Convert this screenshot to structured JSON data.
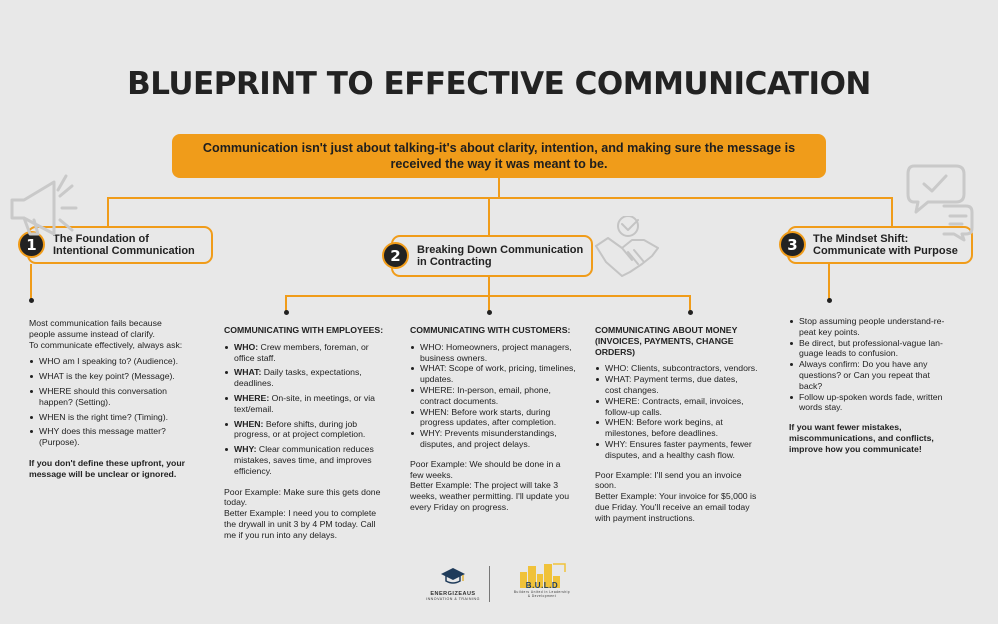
{
  "title": "BLUEPRINT TO EFFECTIVE COMMUNICATION",
  "banner": {
    "line1": "Communication isn't just about talking-it's about clarity, intention, and making sure the message is",
    "line2": "received the way it was meant to be."
  },
  "steps": [
    {
      "num": "1",
      "line1": "The Foundation of",
      "line2": "Intentional Communication"
    },
    {
      "num": "2",
      "line1": "Breaking Down Communication",
      "line2": "in Contracting"
    },
    {
      "num": "3",
      "line1": "The Mindset Shift:",
      "line2": "Communicate with Purpose"
    }
  ],
  "foundation": {
    "intro": [
      "Most communication fails because",
      "people assume instead of clarify.",
      "To communicate effectively, always ask:"
    ],
    "items": [
      [
        "WHO am I speaking to? (Audience)."
      ],
      [
        "WHAT is the key point? (Message)."
      ],
      [
        "WHERE should this conversation",
        "happen? (Setting)."
      ],
      [
        "WHEN is the right time? (Timing)."
      ],
      [
        "WHY does this message matter?",
        "(Purpose)."
      ]
    ],
    "closing": [
      "If you don't define these upfront, your",
      "message will be unclear or ignored."
    ]
  },
  "employees": {
    "heading": "COMMUNICATING WITH EMPLOYEES:",
    "items": [
      {
        "key": "WHO:",
        "text": [
          " Crew members, foreman, or",
          "office staff."
        ]
      },
      {
        "key": "WHAT:",
        "text": [
          " Daily tasks, expectations,",
          "deadlines."
        ]
      },
      {
        "key": "WHERE:",
        "text": [
          " On-site, in meetings, or via",
          "text/email."
        ]
      },
      {
        "key": "WHEN:",
        "text": [
          " Before shifts, during job",
          "progress, or at project completion."
        ]
      },
      {
        "key": "WHY:",
        "text": [
          " Clear communication reduces",
          "mistakes, saves time, and improves",
          "efficiency."
        ]
      }
    ],
    "examples": [
      "Poor Example: Make sure this gets done",
      "today.",
      "Better Example: I need you to complete",
      "the drywall in unit 3 by 4 PM today. Call",
      "me if you run into any delays."
    ]
  },
  "customers": {
    "heading": "COMMUNICATING WITH CUSTOMERS:",
    "items": [
      [
        "WHO: Homeowners, project managers,",
        "business owners."
      ],
      [
        "WHAT: Scope of work, pricing, timelines,",
        "updates."
      ],
      [
        "WHERE: In-person, email, phone,",
        "contract documents."
      ],
      [
        "WHEN: Before work starts, during",
        "progress updates, after completion."
      ],
      [
        "WHY: Prevents misunderstandings,",
        "disputes, and project delays."
      ]
    ],
    "examples": [
      "Poor Example: We should be done in a",
      "few weeks.",
      "Better Example: The project will take 3",
      "weeks, weather permitting. I'll update you",
      "every Friday on progress."
    ]
  },
  "money": {
    "heading": [
      "COMMUNICATING ABOUT MONEY",
      "(INVOICES, PAYMENTS, CHANGE",
      "ORDERS)"
    ],
    "items": [
      [
        "WHO: Clients, subcontractors, vendors."
      ],
      [
        "WHAT: Payment terms, due dates,",
        "cost changes."
      ],
      [
        "WHERE: Contracts, email, invoices,",
        "follow-up calls."
      ],
      [
        "WHEN: Before work begins, at",
        "milestones, before deadlines."
      ],
      [
        "WHY: Ensures faster payments, fewer",
        "disputes, and a healthy cash flow."
      ]
    ],
    "examples": [
      "Poor Example: I'll send you an invoice",
      "soon.",
      "Better Example: Your invoice for $5,000 is",
      "due Friday. You'll receive an email today",
      "with payment instructions."
    ]
  },
  "mindset": {
    "items": [
      [
        "Stop assuming people understand-re-",
        "peat key points."
      ],
      [
        "Be direct, but professional-vague lan-",
        "guage leads to confusion."
      ],
      [
        "Always confirm: Do you have any",
        "questions? or Can you repeat that",
        "back?"
      ],
      [
        "Follow up-spoken words fade, written",
        "words stay."
      ]
    ],
    "closing": [
      "If you want fewer mistakes,",
      "miscommunications, and conflicts,",
      "improve how you communicate!"
    ]
  },
  "logos": {
    "left_name": "ENERGIZEAUS",
    "left_tag": "INNOVATION & TRAINING",
    "right_name": "B.U.L.D",
    "right_tag": "Builders United in Leadership & Development"
  },
  "colors": {
    "accent": "#f09c1a",
    "background": "#e8e8e8",
    "text": "#222222"
  }
}
